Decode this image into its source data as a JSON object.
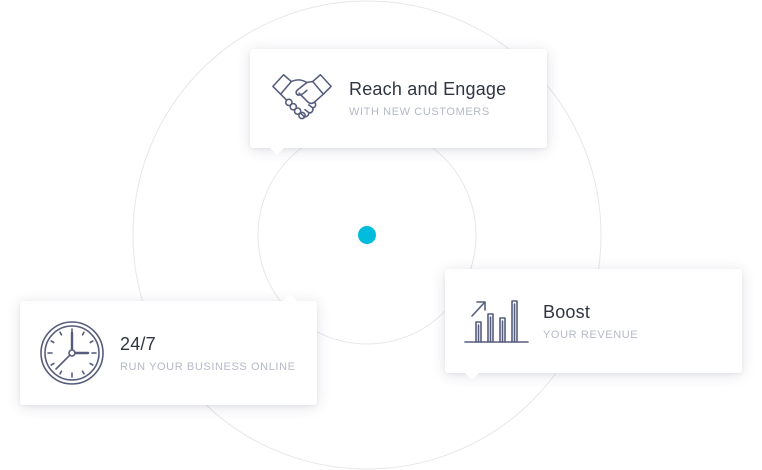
{
  "colors": {
    "accent_dot": "#00bcdc",
    "icon_stroke": "#565d7c",
    "title_text": "#2f3542",
    "subtitle_text": "#b5bac7",
    "ring_stroke": "#e6e7ea"
  },
  "cards": [
    {
      "icon": "handshake-icon",
      "title": "Reach and Engage",
      "subtitle": "WITH NEW CUSTOMERS"
    },
    {
      "icon": "clock-icon",
      "title": "24/7",
      "subtitle": "RUN YOUR BUSINESS ONLINE"
    },
    {
      "icon": "growth-chart-icon",
      "title": "Boost",
      "subtitle": "YOUR REVENUE"
    }
  ]
}
